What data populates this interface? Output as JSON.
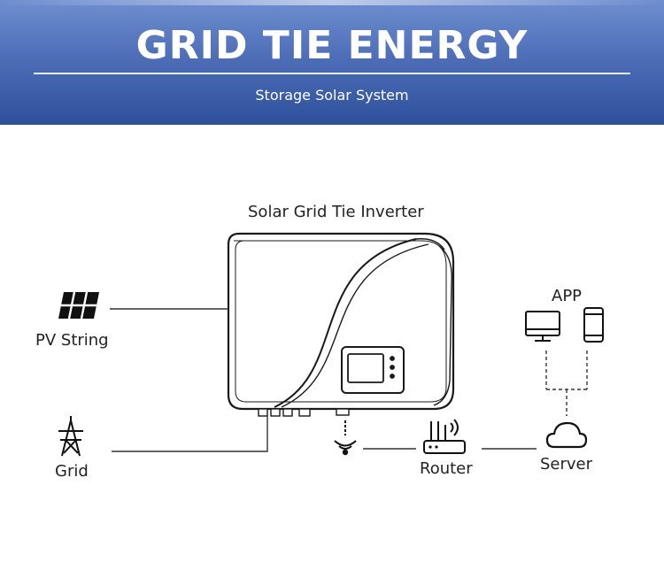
{
  "header": {
    "title": "GRID TIE ENERGY",
    "subtitle": "Storage Solar System"
  },
  "diagram": {
    "inverter_label": "Solar Grid Tie Inverter",
    "pv_label": "PV String",
    "grid_label": "Grid",
    "router_label": "Router",
    "server_label": "Server",
    "app_label": "APP"
  },
  "icons": [
    "solar-panel-icon",
    "transmission-tower-icon",
    "wifi-signal-icon",
    "router-icon",
    "cloud-icon",
    "monitor-icon",
    "phone-icon"
  ],
  "colors": {
    "banner_top": "#6f8ed0",
    "banner_bottom": "#2e4f9a",
    "line": "#333333"
  }
}
